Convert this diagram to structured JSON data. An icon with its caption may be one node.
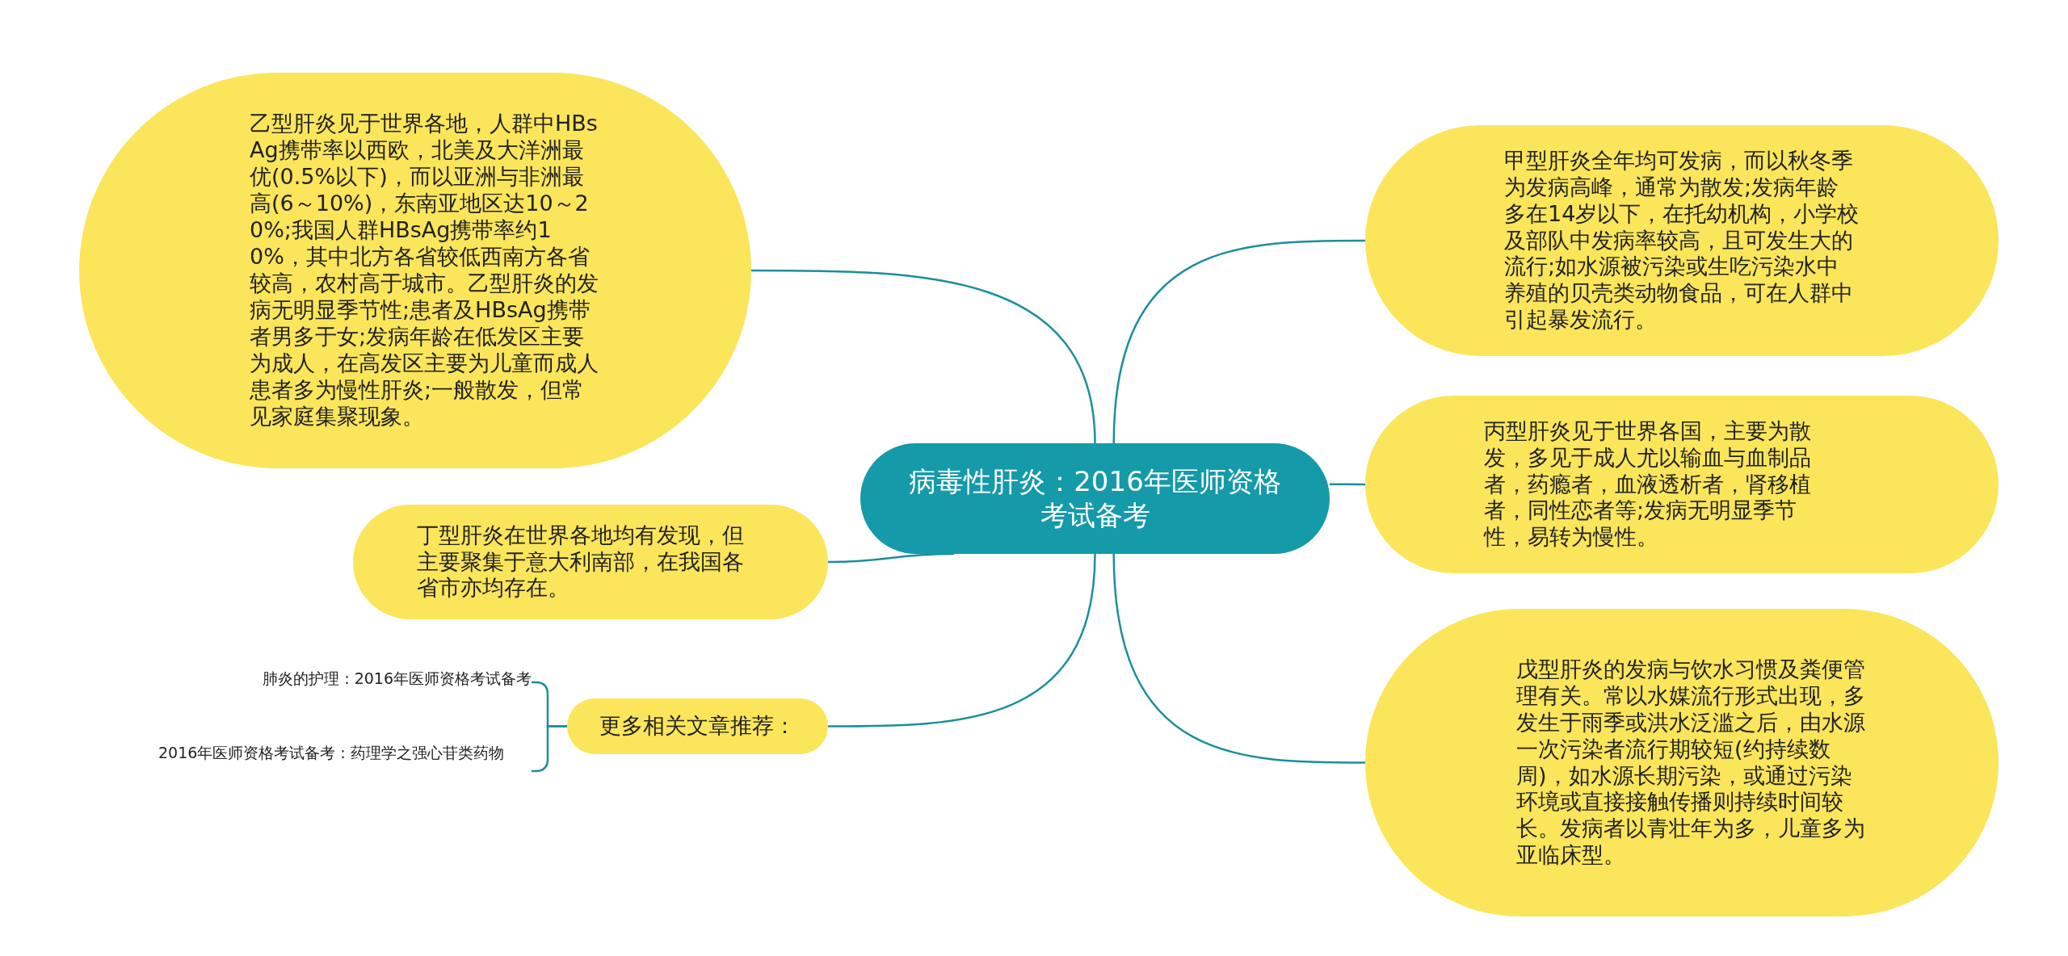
{
  "diagram": {
    "nodes": [
      {
        "text": [
          "病毒性肝炎：2016年医师资格考试备考"
        ]
      },
      {
        "text": [
          "乙型肝炎见于世界各地，人群中HBsAg携带率以西欧，北美及大洋洲最优(0.5%以下)，而以亚洲与非洲最高(6～10%)，东南亚地区达10～20%;我国人群HBsAg携带率约10%，其中北方各省较低西南方各省较高，农村高于城市。乙型肝炎的发病无明显季节性;患者及HBsAg携带者男多于女;发病年龄在低发区主要为成人，在高发区主要为儿童而成人患者多为慢性肝炎;一般散发，但常见家庭集聚现象。"
        ]
      },
      {
        "text": [
          "甲型肝炎全年均可发病，而以秋冬季为发病高峰，通常为散发;发病年龄多在14岁以下，在托幼机构，小学校及部队中发病率较高，且可发生大的流行;如水源被污染或生吃污染水中养殖的贝壳类动物食品，可在人群中引起暴发流行。"
        ]
      },
      {
        "text": [
          "丙型肝炎见于世界各国，主要为散发，多见于成人尤以输血与血制品者，药瘾者，血液透析者，肾移植者，同性恋者等;发病无明显季节性，易转为慢性。"
        ]
      },
      {
        "text": [
          "丁型肝炎在世界各地均有发现，但主要聚集于意大利南部，在我国各省市亦均存在。"
        ]
      },
      {
        "text": [
          "戊型肝炎的发病与饮水习惯及粪便管理有关。常以水媒流行形式出现，多发生于雨季或洪水泛滥之后，由水源一次污染者流行期较短(约持续数周)，如水源长期污染，或通过污染环境或直接接触传播则持续时间较长。发病者以青壮年为多，儿童多为亚临床型。"
        ]
      },
      {
        "text": [
          "更多相关文章推荐："
        ]
      },
      {
        "text": [
          "肺炎的护理：2016年医师资格考试备考"
        ]
      },
      {
        "text": [
          "2016年医师资格考试备考：药理学之强心苷类药物"
        ]
      }
    ],
    "edges": [
      {
        "from": 0,
        "to": 1,
        "arrow": "none"
      },
      {
        "from": 0,
        "to": 2,
        "arrow": "none"
      },
      {
        "from": 0,
        "to": 3,
        "arrow": "none"
      },
      {
        "from": 0,
        "to": 4,
        "arrow": "none"
      },
      {
        "from": 0,
        "to": 5,
        "arrow": "none"
      },
      {
        "from": 0,
        "to": 6,
        "arrow": "none"
      },
      {
        "from": 6,
        "to": 7,
        "arrow": "none"
      },
      {
        "from": 6,
        "to": 8,
        "arrow": "none"
      }
    ]
  }
}
